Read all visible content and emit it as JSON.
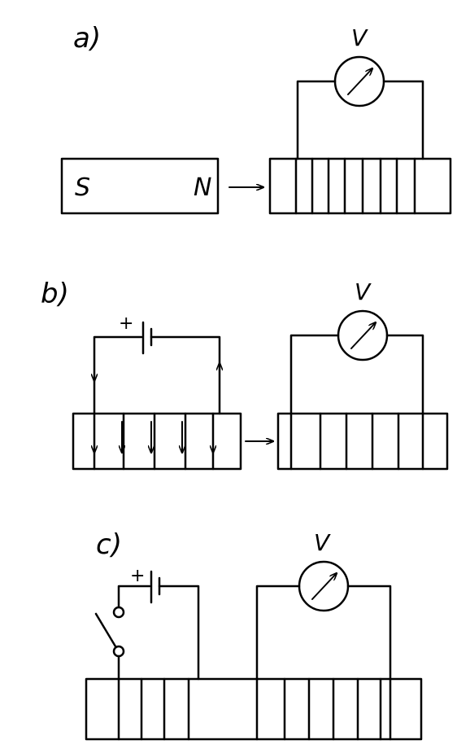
{
  "panels": [
    {
      "label": "a)",
      "meter": "V",
      "magnet": {
        "left_pole": "S",
        "right_pole": "N"
      }
    },
    {
      "label": "b)",
      "meter": "V",
      "battery_sign": "+"
    },
    {
      "label": "c)",
      "meter": "V",
      "battery_sign": "+"
    }
  ]
}
